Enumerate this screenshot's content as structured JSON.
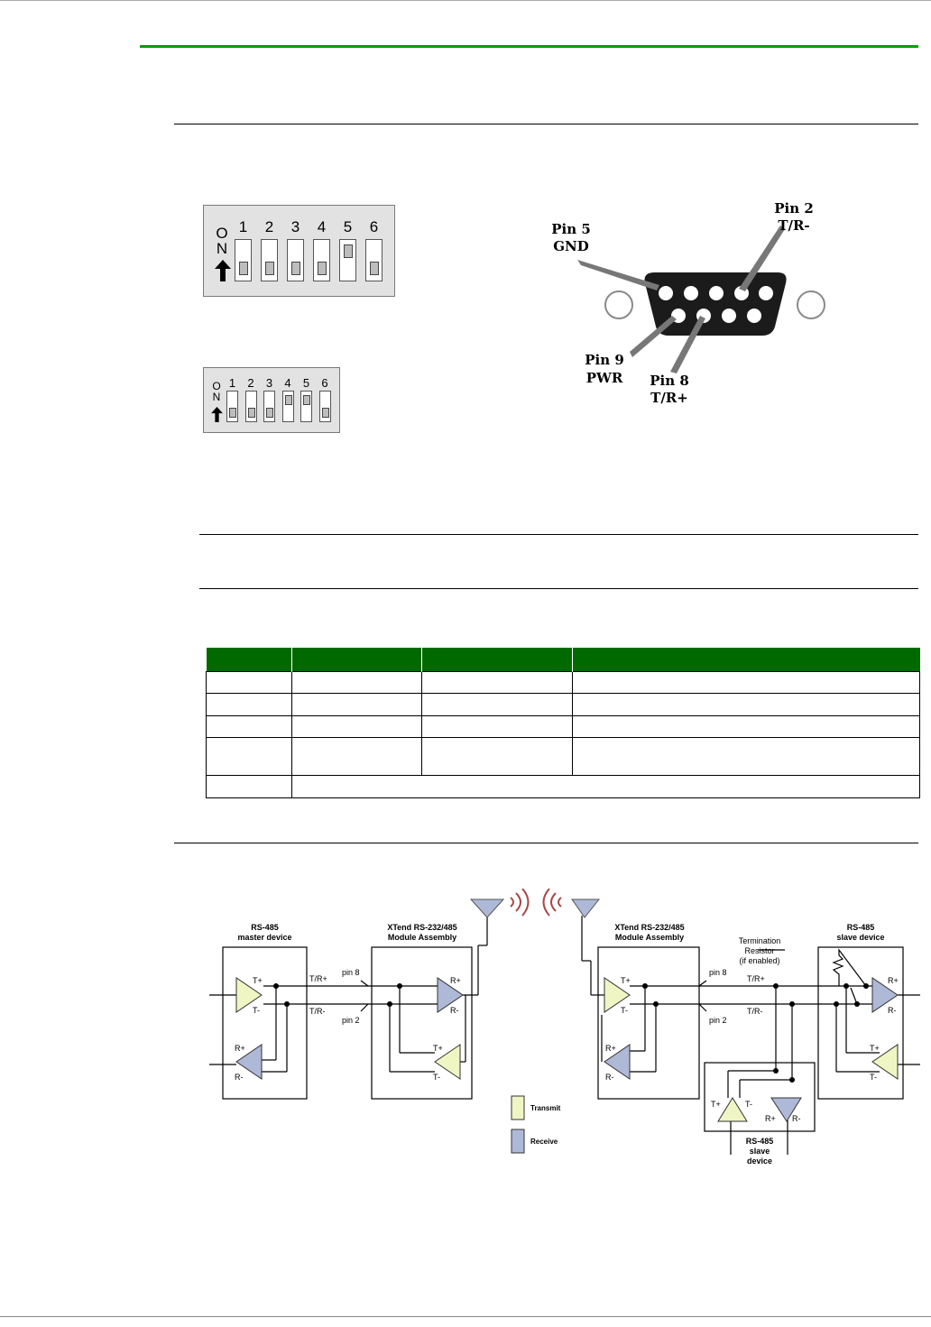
{
  "dip_switch_large": {
    "on_label": "ON",
    "switches": [
      {
        "number": "1",
        "state": "off"
      },
      {
        "number": "2",
        "state": "off"
      },
      {
        "number": "3",
        "state": "off"
      },
      {
        "number": "4",
        "state": "off"
      },
      {
        "number": "5",
        "state": "on"
      },
      {
        "number": "6",
        "state": "off"
      }
    ]
  },
  "dip_switch_small": {
    "on_label": "ON",
    "switches": [
      {
        "number": "1",
        "state": "off"
      },
      {
        "number": "2",
        "state": "off"
      },
      {
        "number": "3",
        "state": "off"
      },
      {
        "number": "4",
        "state": "on"
      },
      {
        "number": "5",
        "state": "on"
      },
      {
        "number": "6",
        "state": "off"
      }
    ]
  },
  "db9_connector": {
    "pin5_name": "Pin 5",
    "pin5_signal": "GND",
    "pin2_name": "Pin 2",
    "pin2_signal": "T/R-",
    "pin9_name": "Pin 9",
    "pin9_signal": "PWR",
    "pin8_name": "Pin 8",
    "pin8_signal": "T/R+"
  },
  "table": {
    "header_color": "#006a00",
    "rows": 5
  },
  "diagram": {
    "master_title": "RS-485\nmaster device",
    "module_left_title": "XTend RS-232/485\nModule Assembly",
    "module_right_title": "XTend RS-232/485\nModule Assembly",
    "slave_right_title": "RS-485\nslave device",
    "slave_bottom_title": "RS-485\nslave\ndevice",
    "termination_label": "Termination\nResistor\n(if enabled)",
    "tr_plus": "T/R+",
    "tr_minus": "T/R-",
    "pin8": "pin 8",
    "pin2": "pin 2",
    "t_plus": "T+",
    "t_minus": "T-",
    "r_plus": "R+",
    "r_minus": "R-",
    "legend_transmit": "Transmit",
    "legend_receive": "Receive",
    "transmit_color": "#f0f5c4",
    "receive_color": "#aeb9d8"
  }
}
